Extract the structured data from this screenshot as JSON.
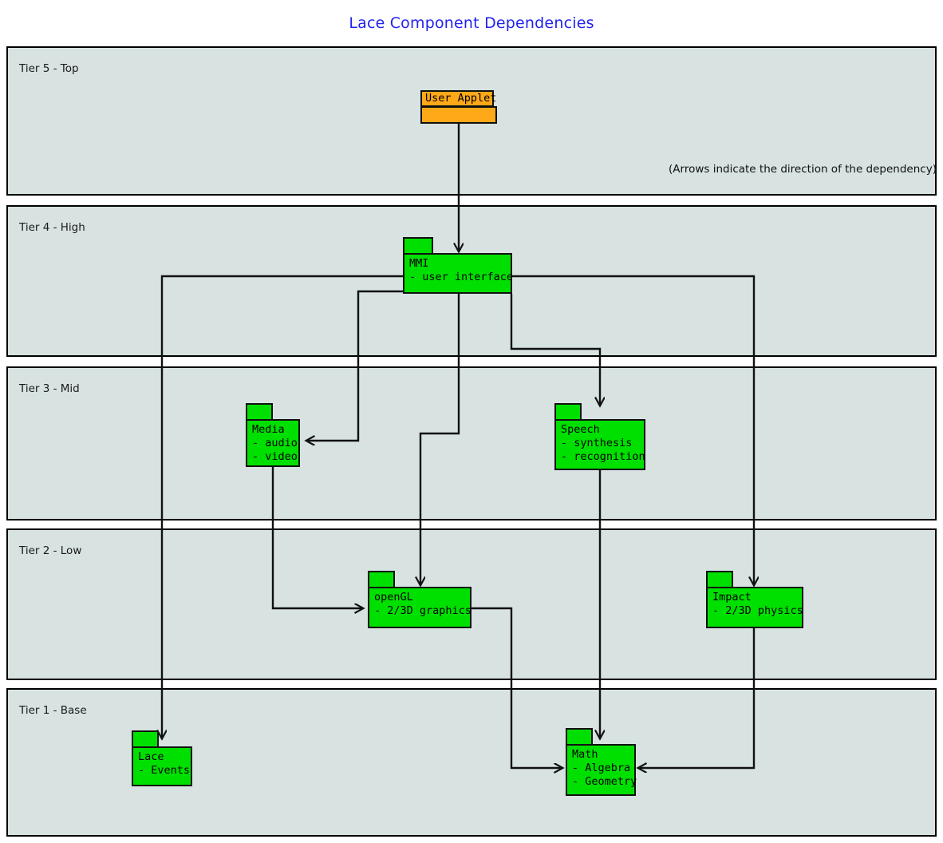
{
  "title": "Lace Component Dependencies",
  "theme": {
    "title_color": "#2222ee",
    "tier_fill": "#d7e2e1",
    "tier_border": "#000000",
    "package_fill": "#00e000",
    "applet_fill": "#ffa818",
    "line_color": "#111111"
  },
  "tiers": [
    {
      "label": "Tier 5 - Top",
      "note": "(Arrows indicate the direction of the dependency)"
    },
    {
      "label": "Tier 4 - High",
      "note": ""
    },
    {
      "label": "Tier 3 - Mid",
      "note": ""
    },
    {
      "label": "Tier 2 - Low",
      "note": ""
    },
    {
      "label": "Tier 1 - Base",
      "note": ""
    }
  ],
  "packages": [
    {
      "id": "user-applet",
      "tier": "Tier 5 - Top",
      "name": "User Applet",
      "details": [],
      "label_in_tab": true
    },
    {
      "id": "mmi",
      "tier": "Tier 4 - High",
      "name": "MMI",
      "details": [
        "- user interface"
      ],
      "label_in_tab": false
    },
    {
      "id": "media",
      "tier": "Tier 3 - Mid",
      "name": "Media",
      "details": [
        "- audio",
        "- video"
      ],
      "label_in_tab": false
    },
    {
      "id": "speech",
      "tier": "Tier 3 - Mid",
      "name": "Speech",
      "details": [
        "- synthesis",
        "- recognition"
      ],
      "label_in_tab": false
    },
    {
      "id": "opengl",
      "tier": "Tier 2 - Low",
      "name": "openGL",
      "details": [
        "- 2/3D graphics"
      ],
      "label_in_tab": false
    },
    {
      "id": "impact",
      "tier": "Tier 2 - Low",
      "name": "Impact",
      "details": [
        "- 2/3D physics"
      ],
      "label_in_tab": false
    },
    {
      "id": "lace",
      "tier": "Tier 1 - Base",
      "name": "Lace",
      "details": [
        "- Events"
      ],
      "label_in_tab": false
    },
    {
      "id": "math",
      "tier": "Tier 1 - Base",
      "name": "Math",
      "details": [
        "- Algebra",
        "- Geometry"
      ],
      "label_in_tab": false
    }
  ],
  "dependencies": [
    {
      "from": "user-applet",
      "to": "mmi"
    },
    {
      "from": "mmi",
      "to": "media"
    },
    {
      "from": "mmi",
      "to": "speech"
    },
    {
      "from": "mmi",
      "to": "opengl"
    },
    {
      "from": "mmi",
      "to": "impact"
    },
    {
      "from": "mmi",
      "to": "lace"
    },
    {
      "from": "media",
      "to": "opengl"
    },
    {
      "from": "speech",
      "to": "math"
    },
    {
      "from": "opengl",
      "to": "math"
    },
    {
      "from": "impact",
      "to": "math"
    }
  ]
}
